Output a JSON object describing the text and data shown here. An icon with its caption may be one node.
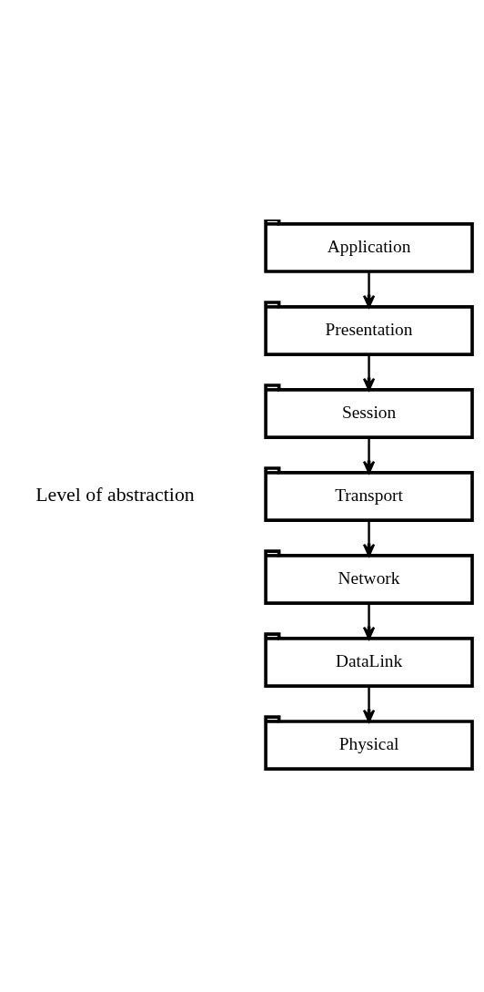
{
  "diagram": {
    "nodes": [
      {
        "text": [
          "Application"
        ]
      },
      {
        "text": [
          "Presentation"
        ]
      },
      {
        "text": [
          "Session"
        ]
      },
      {
        "text": [
          "Transport"
        ]
      },
      {
        "text": [
          "Network"
        ]
      },
      {
        "text": [
          "DataLink"
        ]
      },
      {
        "text": [
          "Physical"
        ]
      }
    ],
    "edges": [
      {
        "from": 0,
        "to": 1,
        "arrow": "to"
      },
      {
        "from": 1,
        "to": 2,
        "arrow": "to"
      },
      {
        "from": 2,
        "to": 3,
        "arrow": "to"
      },
      {
        "from": 3,
        "to": 4,
        "arrow": "to"
      },
      {
        "from": 4,
        "to": 5,
        "arrow": "to"
      },
      {
        "from": 5,
        "to": 6,
        "arrow": "to"
      }
    ],
    "labels": [
      "Level of abstraction"
    ]
  }
}
